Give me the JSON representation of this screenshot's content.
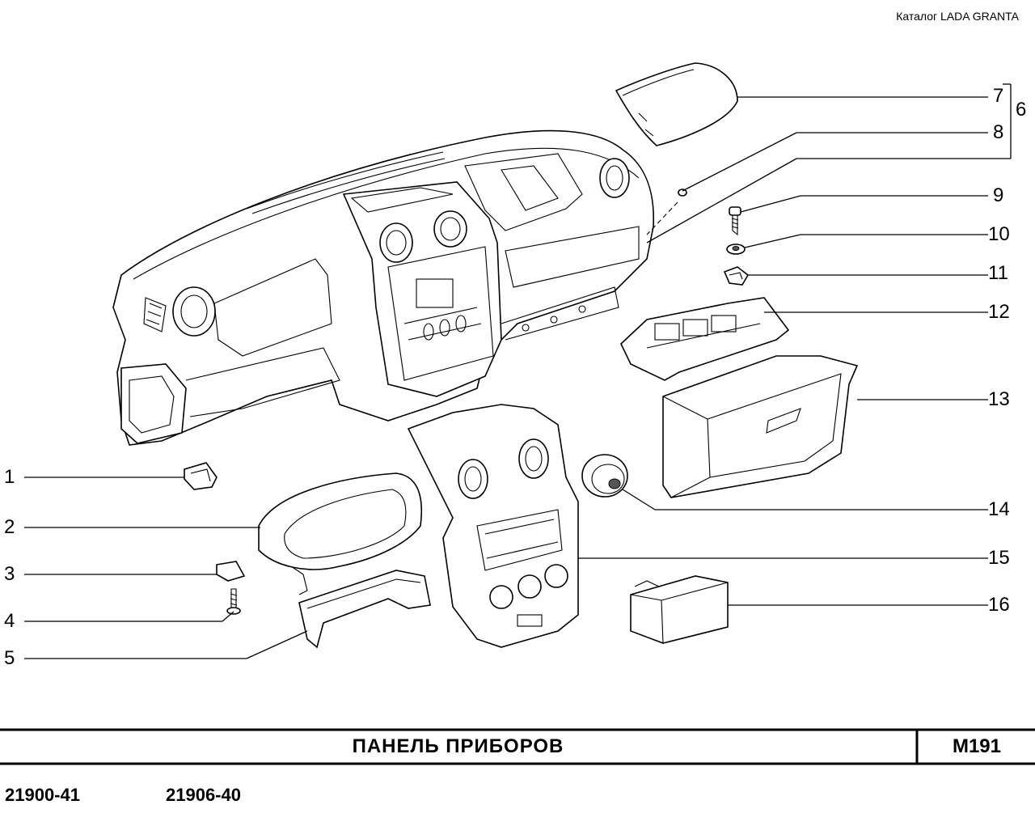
{
  "header": {
    "catalog_label": "Каталог LADA  GRANTA"
  },
  "callouts": [
    {
      "id": "1",
      "label": "1"
    },
    {
      "id": "2",
      "label": "2"
    },
    {
      "id": "3",
      "label": "3"
    },
    {
      "id": "4",
      "label": "4"
    },
    {
      "id": "5",
      "label": "5"
    },
    {
      "id": "6",
      "label": "6"
    },
    {
      "id": "7",
      "label": "7"
    },
    {
      "id": "8",
      "label": "8"
    },
    {
      "id": "9",
      "label": "9"
    },
    {
      "id": "10",
      "label": "10"
    },
    {
      "id": "11",
      "label": "11"
    },
    {
      "id": "12",
      "label": "12"
    },
    {
      "id": "13",
      "label": "13"
    },
    {
      "id": "14",
      "label": "14"
    },
    {
      "id": "15",
      "label": "15"
    },
    {
      "id": "16",
      "label": "16"
    }
  ],
  "footer": {
    "title": "ПАНЕЛЬ   ПРИБОРОВ",
    "code": "M191",
    "models": [
      "21900-41",
      "21906-40"
    ]
  }
}
